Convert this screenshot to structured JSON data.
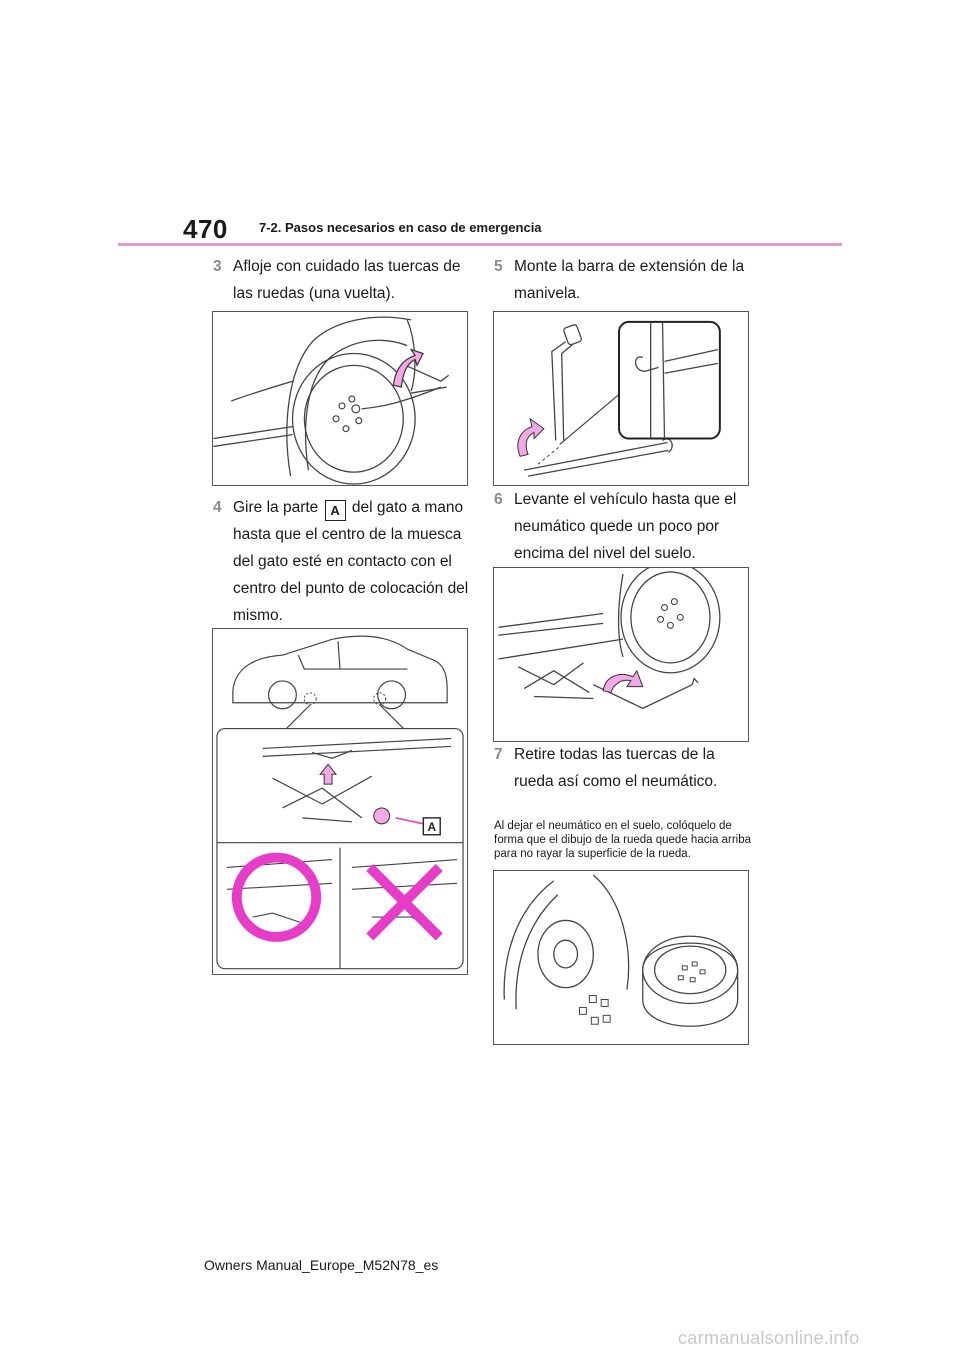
{
  "header": {
    "page_number": "470",
    "section": "7-2. Pasos necesarios en caso de emergencia"
  },
  "steps": [
    {
      "number": "3",
      "text": "Afloje con cuidado las tuercas de las ruedas (una vuelta)."
    },
    {
      "number": "4",
      "text_before": "Gire la parte",
      "badge": "A",
      "text_after": "del gato a mano hasta que el centro de la muesca del gato esté en contacto con el centro del punto de colocación del mismo."
    },
    {
      "number": "5",
      "text": "Monte la barra de extensión de la manivela."
    },
    {
      "number": "6",
      "text": "Levante el vehículo hasta que el neumático quede un poco por encima del nivel del suelo."
    },
    {
      "number": "7",
      "text": "Retire todas las tuercas de la rueda así como el neumático."
    }
  ],
  "note": "Al dejar el neumático en el suelo, colóquelo de forma que el dibujo de la rueda quede hacia arriba para no rayar la superficie de la rueda.",
  "figure_labels": {
    "jack_part": "A"
  },
  "footer": "Owners Manual_Europe_M52N78_es",
  "watermark": "carmanualsonline.info",
  "colors": {
    "accent": "#e89bd3",
    "marker": "#e63cc8",
    "marker_light": "#f4a8e6",
    "step_number": "#8c8c8c"
  }
}
